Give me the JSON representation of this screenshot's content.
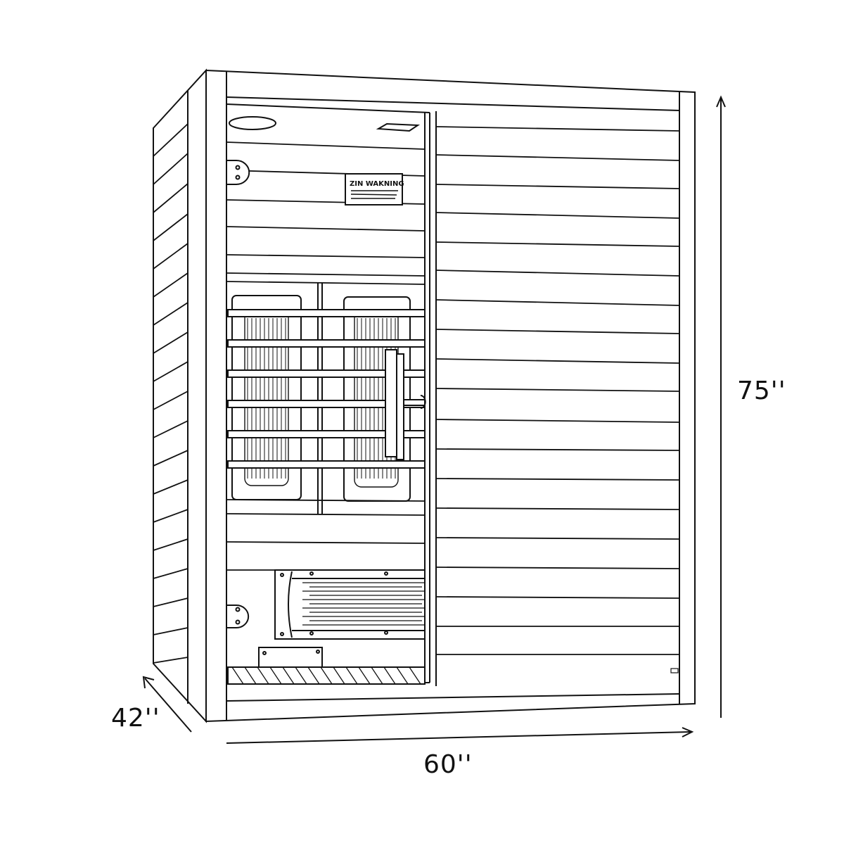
{
  "diagram": {
    "subject": "infrared sauna (line drawing, front/side perspective)",
    "stroke_color": "#111111",
    "background_color": "#ffffff"
  },
  "dimensions": {
    "height": {
      "label": "75''",
      "axis": "vertical"
    },
    "width": {
      "label": "60''",
      "axis": "horizontal"
    },
    "depth": {
      "label": "42''",
      "axis": "diagonal"
    }
  },
  "warning_sign": {
    "title": "ZIN WAKNING"
  },
  "components": {
    "door": "glass-door",
    "handle": "door-handle",
    "hinges": [
      "hinge-top",
      "hinge-bottom"
    ],
    "heaters": [
      "heater-panel-left",
      "heater-panel-right",
      "floor-heater"
    ],
    "top_vents": [
      "round-vent",
      "square-vent"
    ],
    "floor": "floor-grate"
  }
}
